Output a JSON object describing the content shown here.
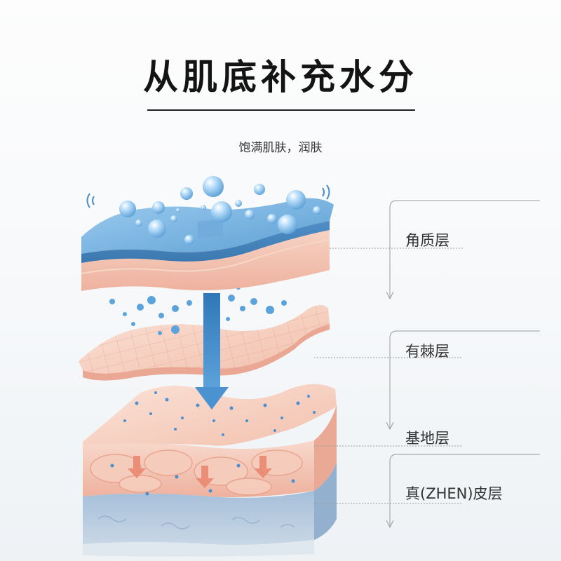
{
  "header": {
    "title": "从肌底补充水分",
    "subtitle": "饱满肌肤，润肤"
  },
  "layers": [
    {
      "id": "stratum-corneum",
      "label": "角质层"
    },
    {
      "id": "stratum-spinosum",
      "label": "有棘层"
    },
    {
      "id": "stratum-basale",
      "label": "基地层"
    },
    {
      "id": "dermis",
      "label": "真(ZHEN)皮层"
    }
  ],
  "colors": {
    "water": "#4a90c8",
    "droplet": "#8cc4ec",
    "skin": "#f3c8b8",
    "skin_dark": "#e9a894",
    "dermis": "#a9c3dd",
    "arrow": "#4a8cc6",
    "small_arrow": "#e98a78",
    "guide_line": "#9a9a9a"
  },
  "icons": {
    "down_arrow": "down-arrow-icon",
    "droplet": "water-droplet-icon",
    "wave": "wave-signal-icon"
  }
}
